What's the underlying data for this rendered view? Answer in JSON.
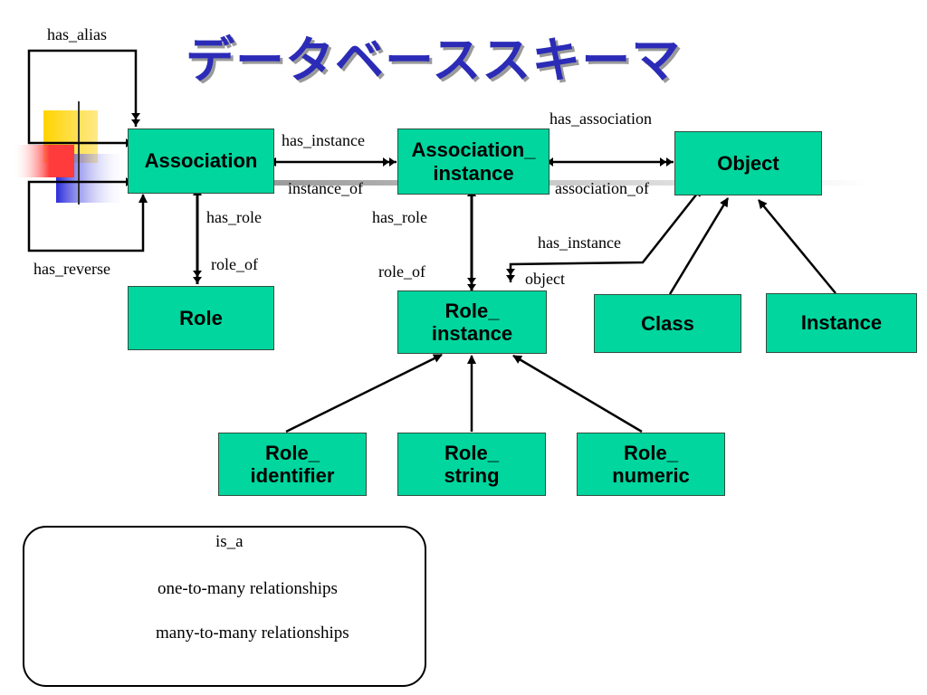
{
  "title": "データベーススキーマ",
  "boxes": {
    "association": "Association",
    "association_instance_l1": "Association_",
    "association_instance_l2": "instance",
    "object": "Object",
    "role": "Role",
    "role_instance_l1": "Role_",
    "role_instance_l2": "instance",
    "class": "Class",
    "instance": "Instance",
    "role_identifier_l1": "Role_",
    "role_identifier_l2": "identifier",
    "role_string_l1": "Role_",
    "role_string_l2": "string",
    "role_numeric_l1": "Role_",
    "role_numeric_l2": "numeric"
  },
  "edges": {
    "has_alias": "has_alias",
    "has_reverse": "has_reverse",
    "has_instance_top": "has_instance",
    "instance_of": "instance_of",
    "has_association": "has_association",
    "association_of": "association_of",
    "has_role_left": "has_role",
    "role_of_left": "role_of",
    "has_role_mid": "has_role",
    "role_of_mid": "role_of",
    "has_instance_obj": "has_instance",
    "object": "object"
  },
  "legend": {
    "is_a": "is_a",
    "one_to_many": "one-to-many relationships",
    "many_to_many": "many-to-many relationships"
  },
  "colors": {
    "box_fill": "#00d69e",
    "title": "#2b2bb8",
    "deco_yellow": "#ffd400",
    "deco_blue": "#2a2adb",
    "deco_red": "#ff3b3b"
  }
}
